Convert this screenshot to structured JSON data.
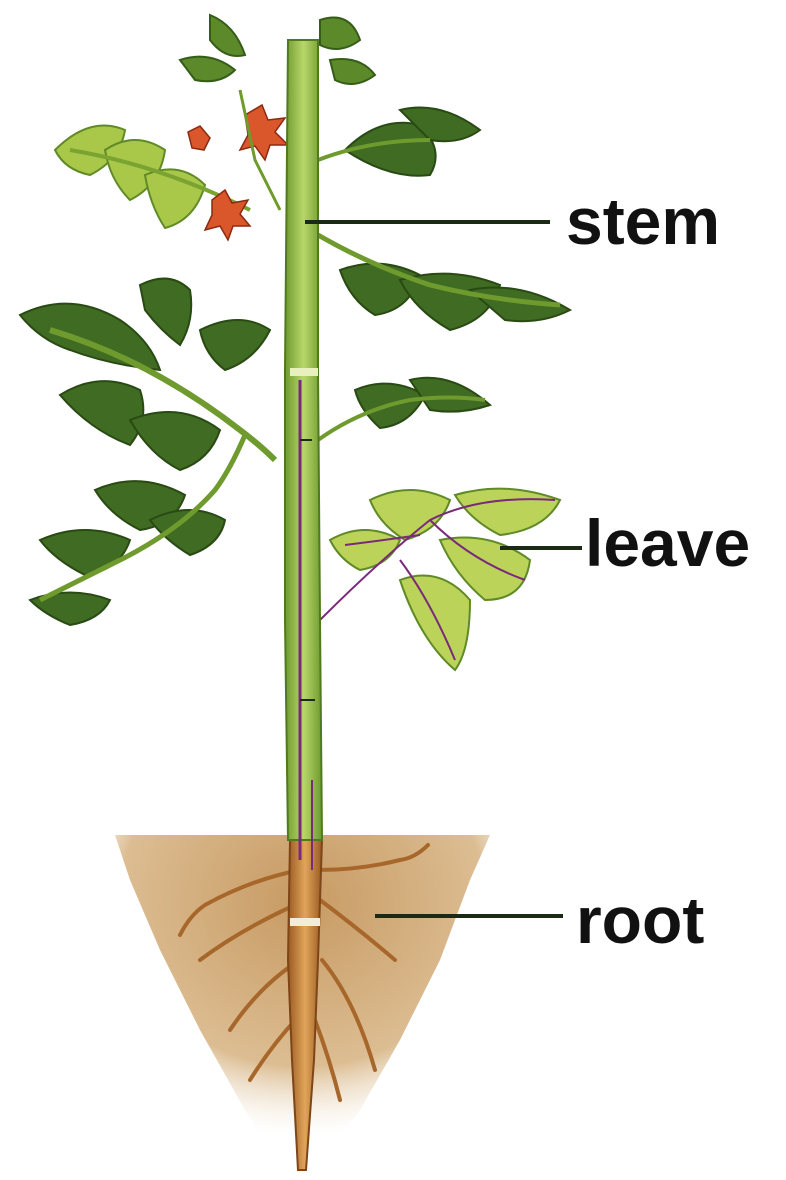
{
  "diagram": {
    "labels": {
      "stem": "stem",
      "leave": "leave",
      "root": "root"
    },
    "colors": {
      "leaf_dark": "#3f6b22",
      "leaf_light": "#a9c84a",
      "stem": "#a3c447",
      "soil": "#c9a06a",
      "root": "#c98a3e",
      "vein": "#7a2a7a",
      "flower": "#d9572a",
      "leader_line": "#1b2a14"
    }
  }
}
